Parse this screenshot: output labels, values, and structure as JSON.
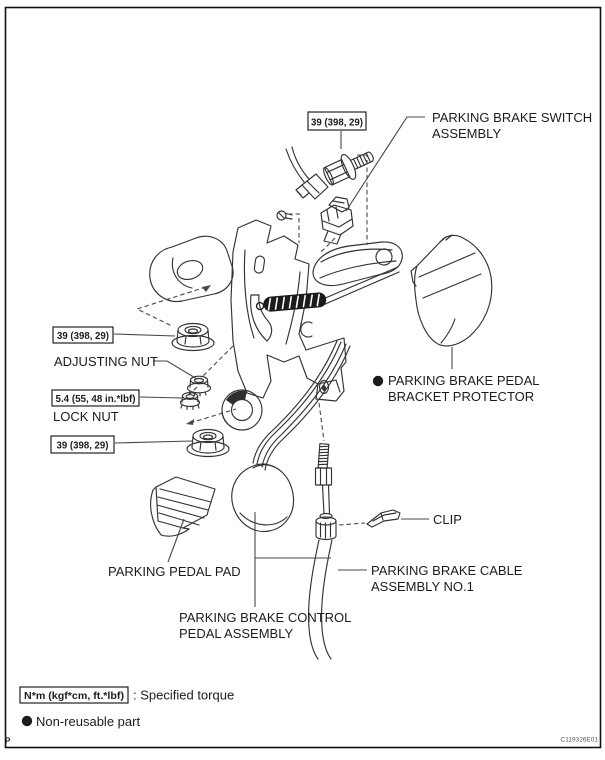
{
  "doc": {
    "page_marker": "P",
    "figure_code": "C119326E01"
  },
  "callouts": {
    "torque_top": "39 (398, 29)",
    "torque_upper_nut": "39 (398, 29)",
    "torque_lock_nut": "5.4 (55, 48 in.*lbf)",
    "torque_lower_nut": "39 (398, 29)",
    "switch_1": "PARKING BRAKE SWITCH",
    "switch_2": "ASSEMBLY",
    "adjusting_nut": "ADJUSTING NUT",
    "lock_nut": "LOCK NUT",
    "protector_1": "PARKING BRAKE PEDAL",
    "protector_2": "BRACKET PROTECTOR",
    "clip": "CLIP",
    "pedal_pad": "PARKING PEDAL PAD",
    "cable_1": "PARKING BRAKE CABLE",
    "cable_2": "ASSEMBLY NO.1",
    "control_pedal_1": "PARKING BRAKE CONTROL",
    "control_pedal_2": "PEDAL ASSEMBLY"
  },
  "legend": {
    "torque_unit_box": "N*m (kgf*cm, ft.*lbf)",
    "torque_meaning": ": Specified torque",
    "nonreusable_meaning": "Non-reusable part"
  },
  "colors": {
    "line": "#333333",
    "text": "#1c1c1c",
    "background": "#ffffff"
  }
}
